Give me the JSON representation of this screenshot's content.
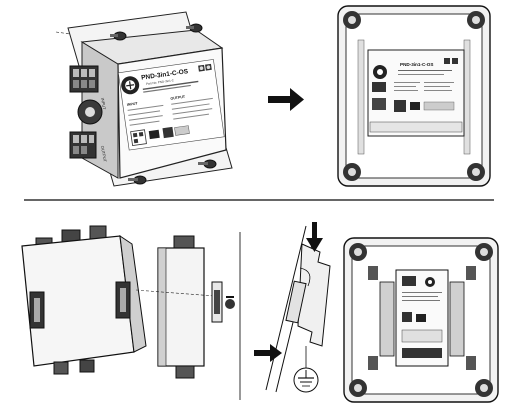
{
  "device": {
    "model": "PND-3in1-C-OS",
    "part_no": "Part No: PND-3in1-C",
    "input_heading": "INPUT",
    "output_heading": "OUTPUT",
    "input_terminal_label": "INPUT",
    "output_terminal_label": "OUTPUT"
  },
  "colors": {
    "ink": "#1a1a1a",
    "panel_gray": "#d9d9d9",
    "dark_gray": "#555555",
    "divider": "#333333",
    "arrow": "#111111"
  }
}
